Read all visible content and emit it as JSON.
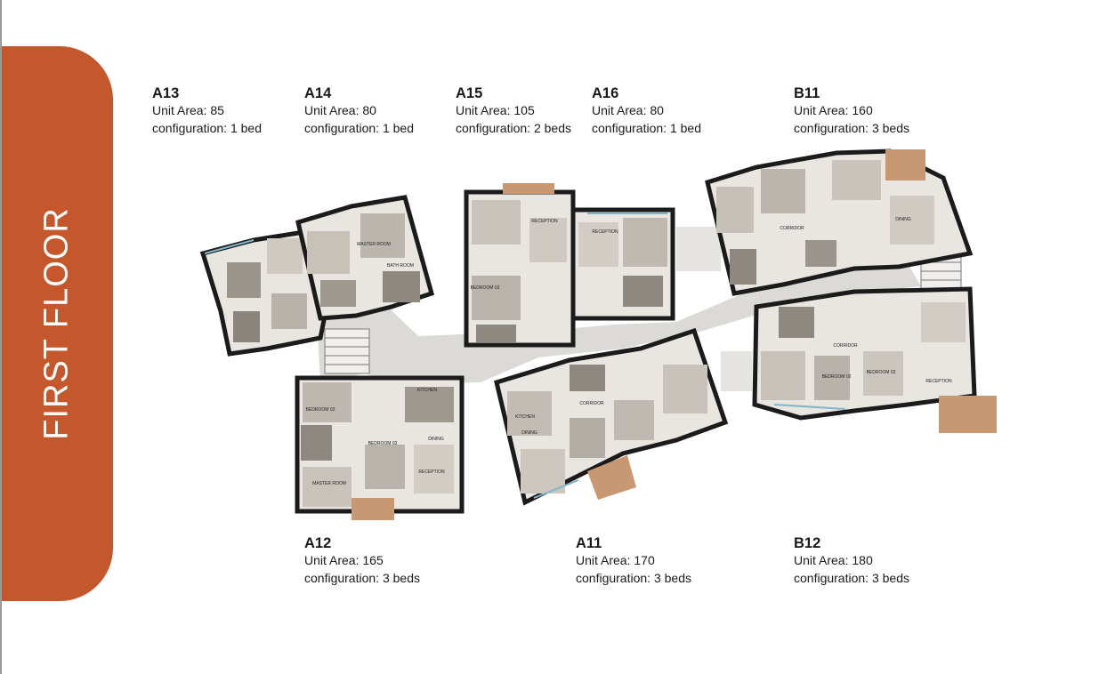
{
  "floor_title": "FIRST FLOOR",
  "colors": {
    "accent": "#c4572b",
    "wall": "#1b1b1b",
    "corridor": "#dcdad6",
    "terrace": "#c89872"
  },
  "labels": {
    "area_prefix": "Unit Area:",
    "config_prefix": "configuration:"
  },
  "units": [
    {
      "code": "A13",
      "area": "85",
      "config": "1 bed"
    },
    {
      "code": "A14",
      "area": "80",
      "config": "1 bed"
    },
    {
      "code": "A15",
      "area": "105",
      "config": "2 beds"
    },
    {
      "code": "A16",
      "area": "80",
      "config": "1 bed"
    },
    {
      "code": "B11",
      "area": "160",
      "config": "3 beds"
    },
    {
      "code": "A12",
      "area": "165",
      "config": "3 beds"
    },
    {
      "code": "A11",
      "area": "170",
      "config": "3 beds"
    },
    {
      "code": "B12",
      "area": "180",
      "config": "3 beds"
    }
  ],
  "room_labels": {
    "reception": "RECEPTION",
    "master_room": "MASTER ROOM",
    "bath_room": "BATH ROOM",
    "bedroom_02": "BEDROOM 02",
    "bedroom_03": "BEDROOM 03",
    "corridor": "CORRIDOR",
    "dining": "DINING",
    "kitchen": "KITCHEN"
  }
}
